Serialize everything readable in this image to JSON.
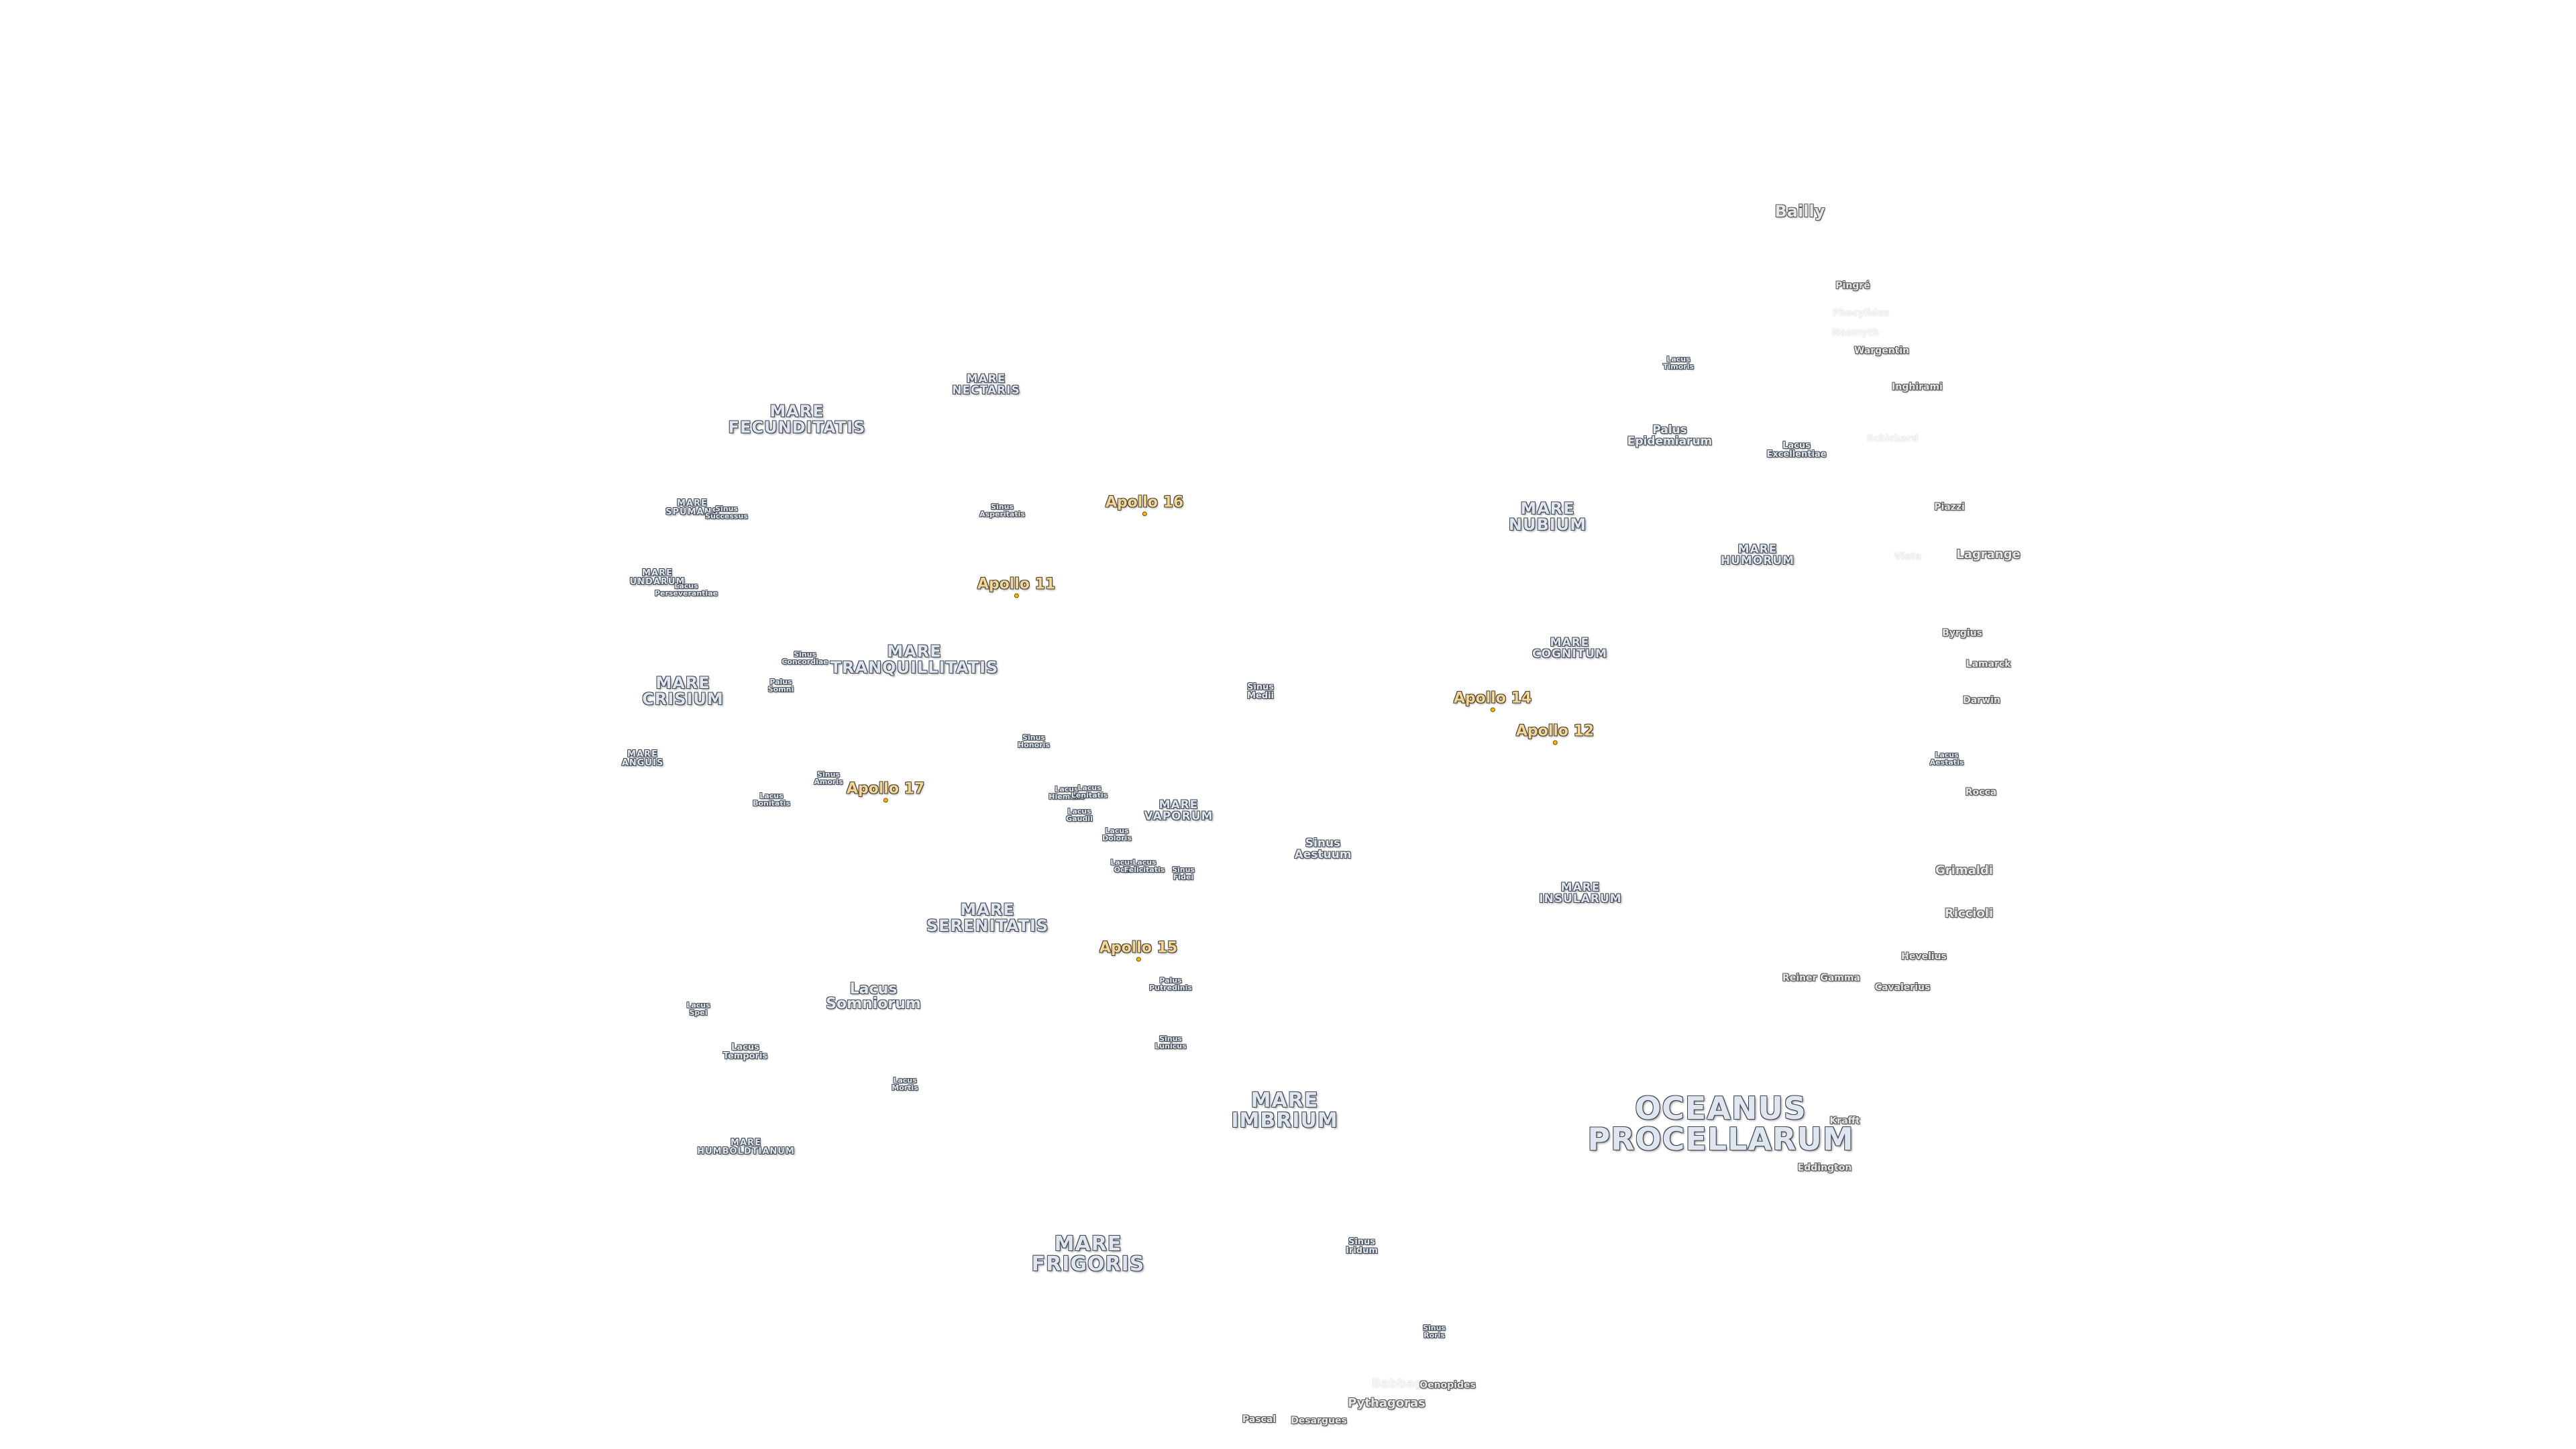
{
  "map": {
    "title": "",
    "projection_note": "",
    "colors": {
      "background": "#ffffff",
      "mare_fill": "#dfe6ef",
      "mare_outline": "#3d4652",
      "apollo_text": "#f2d79b",
      "apollo_marker": "#ffb400",
      "crater_text": "#e7e7e7"
    }
  },
  "maria": {
    "oceanus_procellarum": "OCEANUS\nPROCELLARUM",
    "mare_imbrium": "MARE\nIMBRIUM",
    "mare_frigoris": "MARE\nFRIGORIS",
    "mare_serenitatis": "MARE\nSERENITATIS",
    "mare_tranquillitatis": "MARE\nTRANQUILLITATIS",
    "mare_fecunditatis": "MARE\nFECUNDITATIS",
    "mare_nectaris": "MARE\nNECTARIS",
    "mare_crisium": "MARE\nCRISIUM",
    "mare_nubium": "MARE\nNUBIUM",
    "mare_humorum": "MARE\nHUMORUM",
    "mare_cognitum": "MARE\nCOGNITUM",
    "mare_insularum": "MARE\nINSULARUM",
    "mare_vaporum": "MARE\nVAPORUM",
    "mare_humboldtianum": "MARE\nHUMBOLDTIANUM",
    "mare_anguis": "MARE\nANGUIS",
    "mare_undarum": "MARE\nUNDARUM",
    "mare_spumans": "MARE\nSPUMANS"
  },
  "features": {
    "lacus_somniorum": "Lacus\nSomniorum",
    "lacus_spei": "Lacus\nSpei",
    "lacus_temporis": "Lacus\nTemporis",
    "lacus_mortis": "Lacus\nMortis",
    "lacus_bonitatis": "Lacus\nBonitatis",
    "lacus_timoris": "Lacus\nTimoris",
    "lacus_excellentiae": "Lacus\nExcellentiae",
    "lacus_aestatis": "Lacus\nAestatis",
    "lacus_doloris": "Lacus\nDoloris",
    "lacus_gaudii": "Lacus\nGaudii",
    "lacus_hiemalis": "Lacus\nHiemalis",
    "lacus_lenitatis": "Lacus\nLenitatis",
    "lacus_odii": "Lacus\nOdii",
    "lacus_felicitatis": "Lacus\nFelicitatis",
    "sinus_iridum": "Sinus\nIridum",
    "sinus_roris": "Sinus\nRoris",
    "sinus_aestuum": "Sinus\nAestuum",
    "sinus_medii": "Sinus\nMedii",
    "sinus_asperitatis": "Sinus\nAsperitatis",
    "sinus_honoris": "Sinus\nHonoris",
    "sinus_amoris": "Sinus\nAmoris",
    "sinus_concordiae": "Sinus\nConcordiae",
    "sinus_successus": "Sinus\nSuccessus",
    "sinus_fidei": "Sinus\nFidei",
    "sinus_lunicus": "Sinus\nLunicus",
    "palus_somni": "Palus\nSomni",
    "palus_epidemiarum": "Palus\nEpidemiarum",
    "palus_putredinis": "Palus\nPutredinis",
    "lacus_perseverantiae": "Lacus\nPerseverantiae"
  },
  "craters": {
    "bailly": "Bailly",
    "pingre": "Pingré",
    "phocylides": "Phocylides",
    "nasmyth": "Nasmyth",
    "wargentin": "Wargentin",
    "inghirami": "Inghirami",
    "schickard": "Schickard",
    "piazzi": "Piazzi",
    "vieta": "Vieta",
    "lagrange": "Lagrange",
    "byrgius": "Byrgius",
    "lamarck": "Lamarck",
    "darwin": "Darwin",
    "rocca": "Rocca",
    "grimaldi": "Grimaldi",
    "riccioli": "Riccioli",
    "hevelius": "Hevelius",
    "reiner_gamma": "Reiner Gamma",
    "cavalerius": "Cavalerius",
    "krafft": "Krafft",
    "eddington": "Eddington",
    "babbage": "Babbage",
    "oenopides": "Oenopides",
    "pythagoras": "Pythagoras",
    "pascal": "Pascal",
    "desargues": "Desargues"
  },
  "apollo": {
    "a11": "Apollo 11",
    "a12": "Apollo 12",
    "a14": "Apollo 14",
    "a15": "Apollo 15",
    "a16": "Apollo 16",
    "a17": "Apollo 17"
  }
}
